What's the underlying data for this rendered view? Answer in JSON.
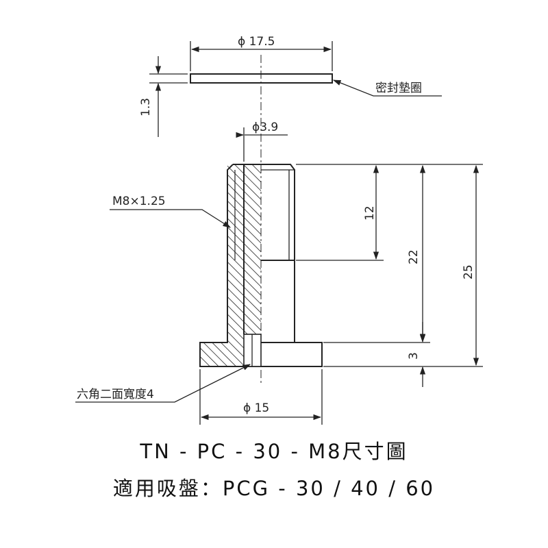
{
  "drawing": {
    "dims": {
      "gasket_dia": "ϕ 17.5",
      "gasket_thk": "1.3",
      "hole_dia": "ϕ3.9",
      "thread": "M8×1.25",
      "thread_len": "12",
      "body_len": "22",
      "total_len": "25",
      "flange_thk": "3",
      "flange_dia": "ϕ 15"
    },
    "callouts": {
      "seal": "密封墊圈",
      "hex": "六角二面寬度4"
    }
  },
  "caption": {
    "line1": "TN - PC - 30 - M8尺寸圖",
    "line2": "適用吸盤：PCG - 30 / 40 / 60"
  }
}
